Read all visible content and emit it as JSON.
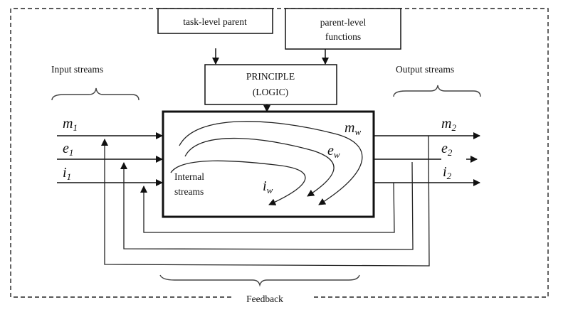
{
  "diagram": {
    "boxes": {
      "task_level_parent": "task-level parent",
      "parent_level_functions_line1": "parent-level",
      "parent_level_functions_line2": "functions",
      "principle_line1": "PRINCIPLE",
      "principle_line2": "(LOGIC)"
    },
    "groups": {
      "input_streams": "Input streams",
      "output_streams": "Output streams",
      "feedback": "Feedback",
      "internal_streams_line1": "Internal",
      "internal_streams_line2": "streams"
    },
    "inputs": [
      {
        "symbol": "m",
        "sub": "1"
      },
      {
        "symbol": "e",
        "sub": "1"
      },
      {
        "symbol": "i",
        "sub": "1"
      }
    ],
    "outputs": [
      {
        "symbol": "m",
        "sub": "2"
      },
      {
        "symbol": "e",
        "sub": "2"
      },
      {
        "symbol": "i",
        "sub": "2"
      }
    ],
    "internal": [
      {
        "symbol": "m",
        "sub": "w"
      },
      {
        "symbol": "e",
        "sub": "w"
      },
      {
        "symbol": "i",
        "sub": "w"
      }
    ]
  }
}
